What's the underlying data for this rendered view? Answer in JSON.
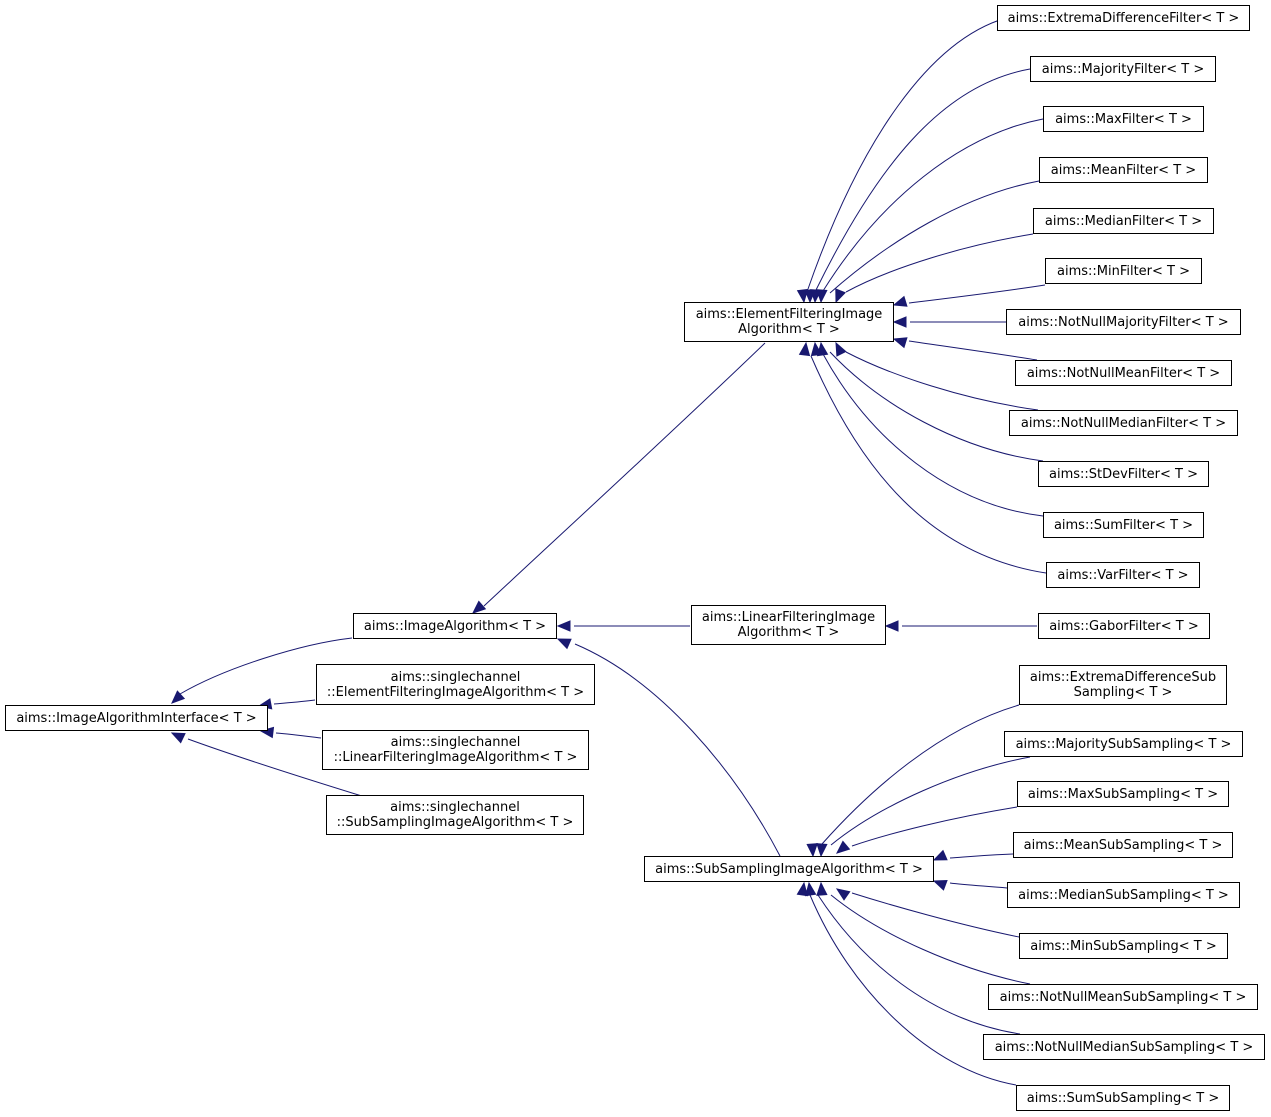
{
  "colors": {
    "edge": "#191970",
    "border": "#000000",
    "background": "#ffffff"
  },
  "nodes": {
    "interface": {
      "lines": [
        "aims::ImageAlgorithmInterface< T >"
      ]
    },
    "image_alg": {
      "lines": [
        "aims::ImageAlgorithm< T >"
      ]
    },
    "sc_elem": {
      "lines": [
        "aims::singlechannel",
        "::ElementFilteringImageAlgorithm< T >"
      ]
    },
    "sc_lin": {
      "lines": [
        "aims::singlechannel",
        "::LinearFilteringImageAlgorithm< T >"
      ]
    },
    "sc_sub": {
      "lines": [
        "aims::singlechannel",
        "::SubSamplingImageAlgorithm< T >"
      ]
    },
    "elem_alg": {
      "lines": [
        "aims::ElementFilteringImage",
        "Algorithm< T >"
      ]
    },
    "lin_alg": {
      "lines": [
        "aims::LinearFilteringImage",
        "Algorithm< T >"
      ]
    },
    "sub_alg": {
      "lines": [
        "aims::SubSamplingImageAlgorithm< T >"
      ]
    },
    "extrema_f": {
      "lines": [
        "aims::ExtremaDifferenceFilter< T >"
      ]
    },
    "majority_f": {
      "lines": [
        "aims::MajorityFilter< T >"
      ]
    },
    "max_f": {
      "lines": [
        "aims::MaxFilter< T >"
      ]
    },
    "mean_f": {
      "lines": [
        "aims::MeanFilter< T >"
      ]
    },
    "median_f": {
      "lines": [
        "aims::MedianFilter< T >"
      ]
    },
    "min_f": {
      "lines": [
        "aims::MinFilter< T >"
      ]
    },
    "nnmaj_f": {
      "lines": [
        "aims::NotNullMajorityFilter< T >"
      ]
    },
    "nnmean_f": {
      "lines": [
        "aims::NotNullMeanFilter< T >"
      ]
    },
    "nnmed_f": {
      "lines": [
        "aims::NotNullMedianFilter< T >"
      ]
    },
    "stdev_f": {
      "lines": [
        "aims::StDevFilter< T >"
      ]
    },
    "sum_f": {
      "lines": [
        "aims::SumFilter< T >"
      ]
    },
    "var_f": {
      "lines": [
        "aims::VarFilter< T >"
      ]
    },
    "gabor_f": {
      "lines": [
        "aims::GaborFilter< T >"
      ]
    },
    "extrema_s": {
      "lines": [
        "aims::ExtremaDifferenceSub",
        "Sampling< T >"
      ]
    },
    "majority_s": {
      "lines": [
        "aims::MajoritySubSampling< T >"
      ]
    },
    "max_s": {
      "lines": [
        "aims::MaxSubSampling< T >"
      ]
    },
    "mean_s": {
      "lines": [
        "aims::MeanSubSampling< T >"
      ]
    },
    "median_s": {
      "lines": [
        "aims::MedianSubSampling< T >"
      ]
    },
    "min_s": {
      "lines": [
        "aims::MinSubSampling< T >"
      ]
    },
    "nnmean_s": {
      "lines": [
        "aims::NotNullMeanSubSampling< T >"
      ]
    },
    "nnmed_s": {
      "lines": [
        "aims::NotNullMedianSubSampling< T >"
      ]
    },
    "sum_s": {
      "lines": [
        "aims::SumSubSampling< T >"
      ]
    }
  },
  "edges": [
    {
      "parent": "interface",
      "child": "image_alg"
    },
    {
      "parent": "interface",
      "child": "sc_elem"
    },
    {
      "parent": "interface",
      "child": "sc_lin"
    },
    {
      "parent": "interface",
      "child": "sc_sub"
    },
    {
      "parent": "image_alg",
      "child": "elem_alg"
    },
    {
      "parent": "image_alg",
      "child": "lin_alg"
    },
    {
      "parent": "image_alg",
      "child": "sub_alg"
    },
    {
      "parent": "elem_alg",
      "child": "extrema_f"
    },
    {
      "parent": "elem_alg",
      "child": "majority_f"
    },
    {
      "parent": "elem_alg",
      "child": "max_f"
    },
    {
      "parent": "elem_alg",
      "child": "mean_f"
    },
    {
      "parent": "elem_alg",
      "child": "median_f"
    },
    {
      "parent": "elem_alg",
      "child": "min_f"
    },
    {
      "parent": "elem_alg",
      "child": "nnmaj_f"
    },
    {
      "parent": "elem_alg",
      "child": "nnmean_f"
    },
    {
      "parent": "elem_alg",
      "child": "nnmed_f"
    },
    {
      "parent": "elem_alg",
      "child": "stdev_f"
    },
    {
      "parent": "elem_alg",
      "child": "sum_f"
    },
    {
      "parent": "elem_alg",
      "child": "var_f"
    },
    {
      "parent": "lin_alg",
      "child": "gabor_f"
    },
    {
      "parent": "sub_alg",
      "child": "extrema_s"
    },
    {
      "parent": "sub_alg",
      "child": "majority_s"
    },
    {
      "parent": "sub_alg",
      "child": "max_s"
    },
    {
      "parent": "sub_alg",
      "child": "mean_s"
    },
    {
      "parent": "sub_alg",
      "child": "median_s"
    },
    {
      "parent": "sub_alg",
      "child": "min_s"
    },
    {
      "parent": "sub_alg",
      "child": "nnmean_s"
    },
    {
      "parent": "sub_alg",
      "child": "nnmed_s"
    },
    {
      "parent": "sub_alg",
      "child": "sum_s"
    }
  ]
}
